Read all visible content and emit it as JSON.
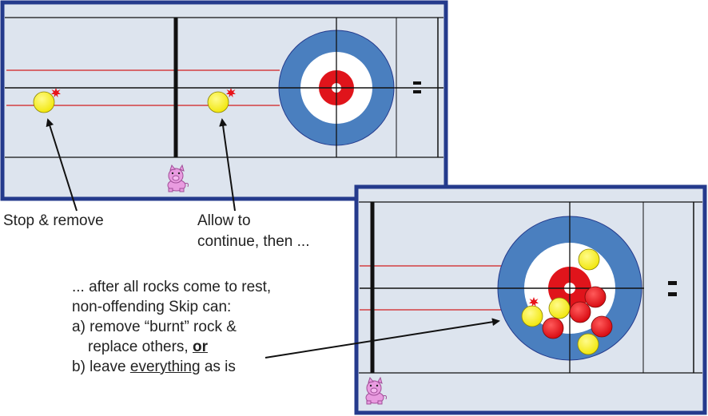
{
  "colors": {
    "ice": "#dde4ee",
    "frame": "#243a8c",
    "line_black": "#111111",
    "line_red": "#d21f1f",
    "ring_blue": "#4a7fbf",
    "ring_white": "#ffffff",
    "ring_red": "#e0141b",
    "rock_yellow": "#f4ee14",
    "rock_red": "#e20f18",
    "burn_mark": "#e8141a",
    "pig": "#e99be0"
  },
  "icons": {
    "burn_mark": "red-starburst-icon",
    "mascot": "pink-pig-icon",
    "hack": "two-bar-hack-icon"
  },
  "labels": {
    "stop": "Stop & remove",
    "allow_line1": "Allow to",
    "allow_line2": "continue, then ...",
    "rest_line1": "... after all rocks come to rest,",
    "rest_line2": "non-offending Skip can:",
    "option_a_line1": "a) remove “burnt” rock &",
    "option_a_line2": "replace others,",
    "option_a_or": "or",
    "option_b_prefix": "b) leave ",
    "option_b_underlined": "everything",
    "option_b_suffix": " as is"
  }
}
